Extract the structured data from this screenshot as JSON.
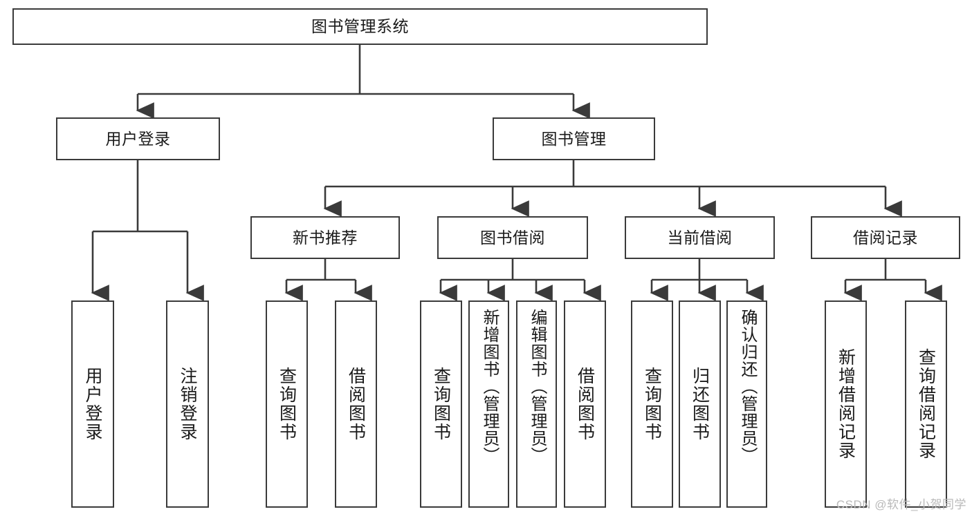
{
  "diagram": {
    "type": "tree",
    "title": "图书管理系统",
    "orientation": "top-down",
    "style": {
      "box_fill": "#ffffff",
      "box_stroke": "#3a3a3a",
      "edge_color": "#3a3a3a",
      "text_color": "#1a1a1a",
      "background": "#ffffff"
    },
    "root": {
      "id": "root",
      "label": "图书管理系统"
    },
    "level2": [
      {
        "id": "user-login",
        "label": "用户登录"
      },
      {
        "id": "book-manage",
        "label": "图书管理"
      }
    ],
    "level3": [
      {
        "id": "new-book-rec",
        "label": "新书推荐",
        "parent": "book-manage"
      },
      {
        "id": "book-borrow",
        "label": "图书借阅",
        "parent": "book-manage"
      },
      {
        "id": "current-borrow",
        "label": "当前借阅",
        "parent": "book-manage"
      },
      {
        "id": "borrow-record",
        "label": "借阅记录",
        "parent": "book-manage"
      }
    ],
    "leaves": [
      {
        "id": "leaf-user-login",
        "label": "用户登录",
        "parent": "user-login"
      },
      {
        "id": "leaf-logout",
        "label": "注销登录",
        "parent": "user-login"
      },
      {
        "id": "leaf-query-book-1",
        "label": "查询图书",
        "parent": "new-book-rec"
      },
      {
        "id": "leaf-borrow-book-1",
        "label": "借阅图书",
        "parent": "new-book-rec"
      },
      {
        "id": "leaf-query-book-2",
        "label": "查询图书",
        "parent": "book-borrow"
      },
      {
        "id": "leaf-add-book",
        "label": "新增图书（管理员）",
        "parent": "book-borrow"
      },
      {
        "id": "leaf-edit-book",
        "label": "编辑图书（管理员）",
        "parent": "book-borrow"
      },
      {
        "id": "leaf-borrow-book-2",
        "label": "借阅图书",
        "parent": "book-borrow"
      },
      {
        "id": "leaf-query-book-3",
        "label": "查询图书",
        "parent": "current-borrow"
      },
      {
        "id": "leaf-return-book",
        "label": "归还图书",
        "parent": "current-borrow"
      },
      {
        "id": "leaf-confirm-return",
        "label": "确认归还（管理员）",
        "parent": "current-borrow"
      },
      {
        "id": "leaf-add-record",
        "label": "新增借阅记录",
        "parent": "borrow-record"
      },
      {
        "id": "leaf-query-record",
        "label": "查询借阅记录",
        "parent": "borrow-record"
      }
    ]
  },
  "watermark": {
    "text": "CSDN @软件_小贺同学"
  }
}
